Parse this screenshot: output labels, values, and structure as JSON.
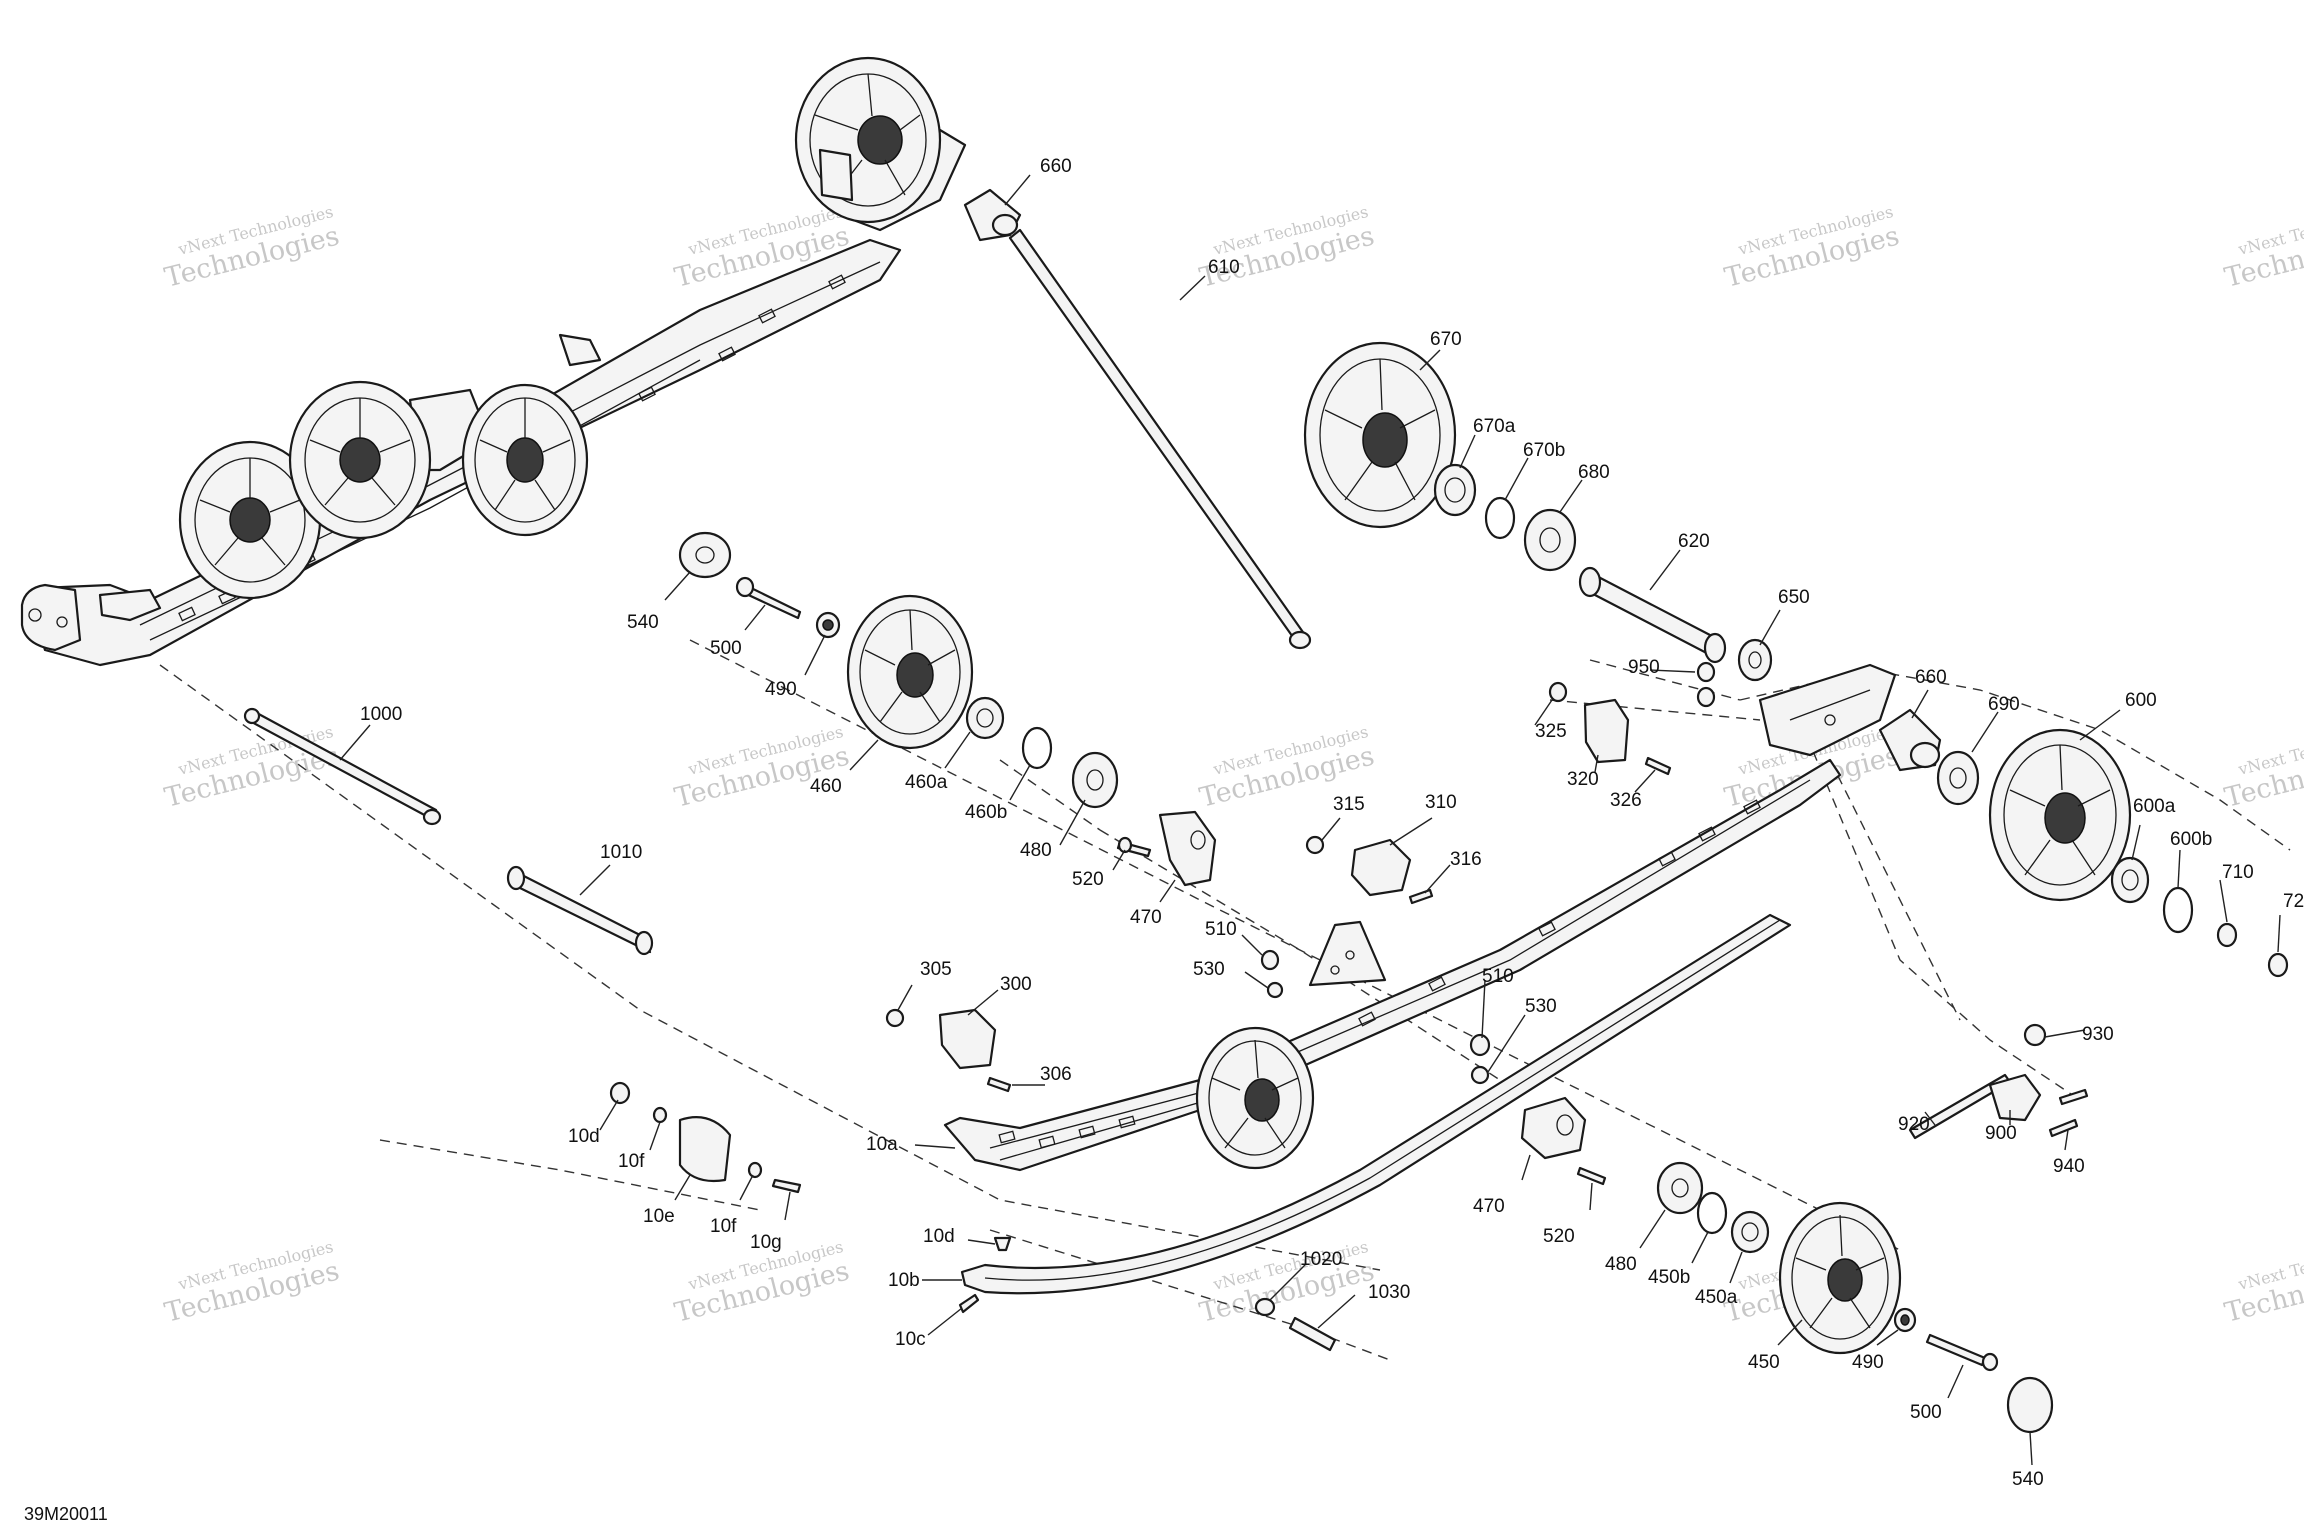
{
  "diagram": {
    "reference_code": "39M20011",
    "watermark": {
      "line1": "vNext Technologies",
      "line2": "Technologies"
    },
    "callouts": {
      "c660a": "660",
      "c610": "610",
      "c670": "670",
      "c670a": "670a",
      "c670b": "670b",
      "c680": "680",
      "c620": "620",
      "c650": "650",
      "c540a": "540",
      "c500a": "500",
      "c490a": "490",
      "c460": "460",
      "c460a": "460a",
      "c460b": "460b",
      "c480a": "480",
      "c520a": "520",
      "c470a": "470",
      "c1000": "1000",
      "c1010": "1010",
      "c950": "950",
      "c325": "325",
      "c320": "320",
      "c326": "326",
      "c315": "315",
      "c310": "310",
      "c316": "316",
      "c510a": "510",
      "c530a": "530",
      "c510b": "510",
      "c530b": "530",
      "c660b": "660",
      "c690": "690",
      "c600": "600",
      "c600a": "600a",
      "c600b": "600b",
      "c710": "710",
      "c720": "72",
      "c930": "930",
      "c920": "920",
      "c900": "900",
      "c940": "940",
      "c305": "305",
      "c300": "300",
      "c306": "306",
      "c10d_a": "10d",
      "c10f_a": "10f",
      "c10e": "10e",
      "c10f_b": "10f",
      "c10g": "10g",
      "c10a": "10a",
      "c470b": "470",
      "c520b": "520",
      "c480b": "480",
      "c450b": "450b",
      "c450a": "450a",
      "c450": "450",
      "c490b": "490",
      "c500b": "500",
      "c540b": "540",
      "c10d_b": "10d",
      "c10b": "10b",
      "c10c": "10c",
      "c1020": "1020",
      "c1030": "1030"
    }
  }
}
